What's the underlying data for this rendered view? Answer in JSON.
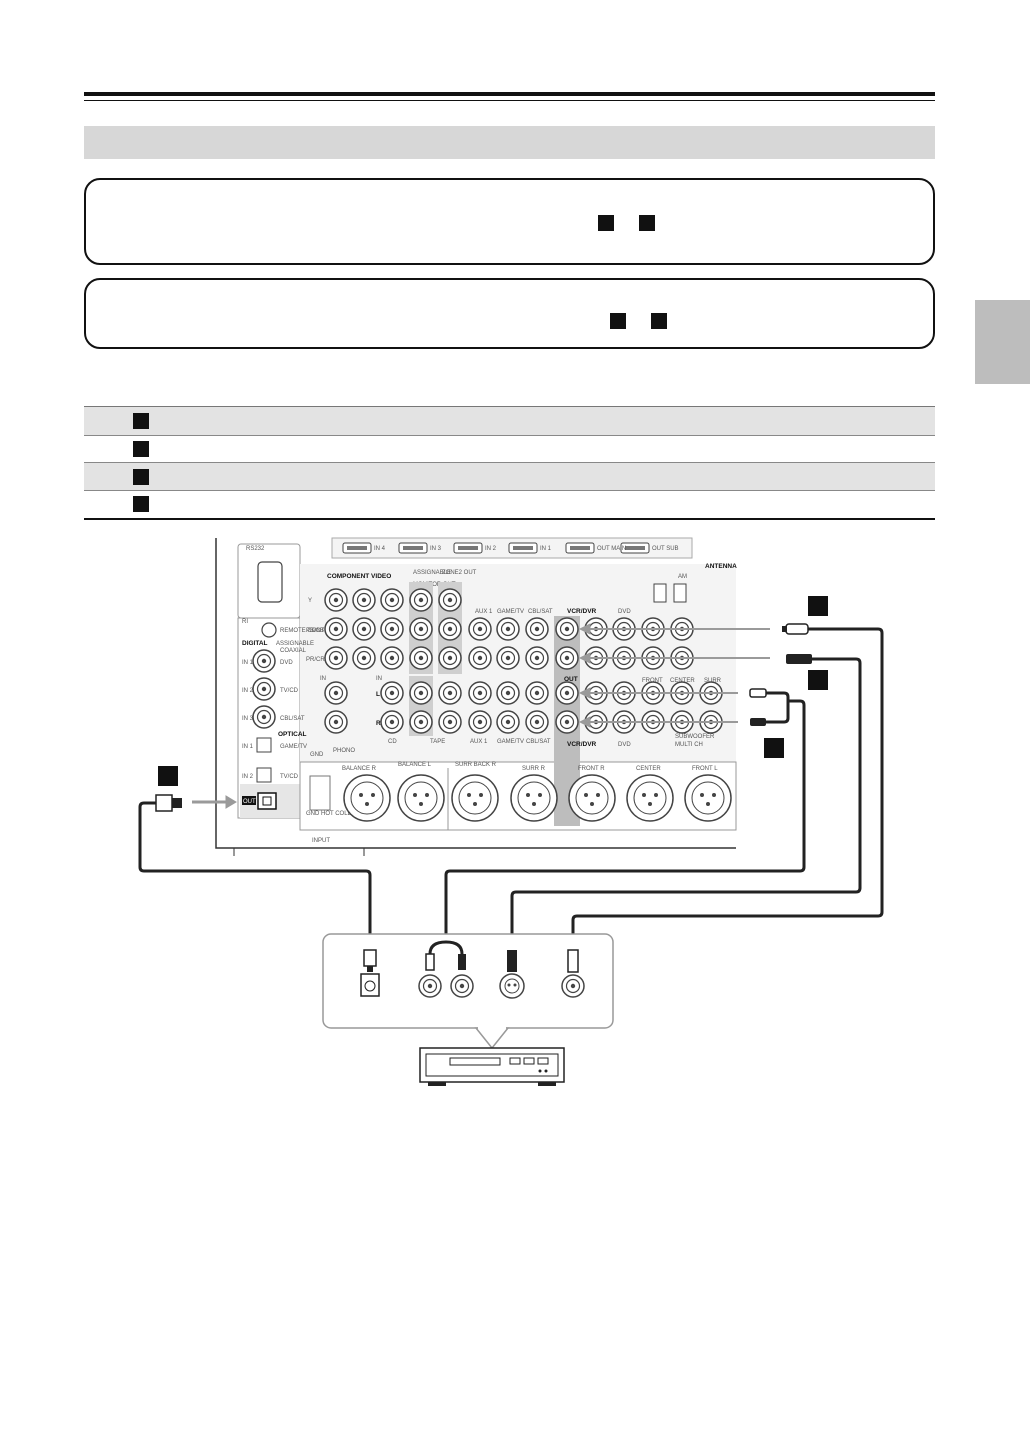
{
  "header": {
    "title": ""
  },
  "section": {
    "title": ""
  },
  "notes": [
    {
      "text": ""
    },
    {
      "text": ""
    }
  ],
  "table": {
    "rows": [
      {
        "text": ""
      },
      {
        "text": ""
      },
      {
        "text": ""
      },
      {
        "text": ""
      }
    ]
  },
  "receiver_panel": {
    "rs232": "RS232",
    "rih": "RI",
    "remote_control": "REMOTE CONTROL",
    "digital": "DIGITAL",
    "digital_sub": "ASSIGNABLE",
    "coaxial": "COAXIAL",
    "optical": "OPTICAL",
    "in1": "IN 1",
    "in2": "IN 2",
    "in3": "IN 3",
    "dvd": "DVD",
    "tv_cd": "TV/CD",
    "cbl_sat": "CBL/SAT",
    "game_tv": "GAME/TV",
    "out": "OUT",
    "gnd": "GND",
    "component_video": "COMPONENT VIDEO",
    "assignable": "ASSIGNABLE",
    "monitor_out": "MONITOR OUT",
    "zone2_out": "ZONE2 OUT",
    "y": "Y",
    "pb_cb": "PB/CB",
    "pr_cr": "PR/CR",
    "in_label": "IN",
    "aux1": "AUX 1",
    "vcr_dvr": "VCR/DVR",
    "phono": "PHONO",
    "cd": "CD",
    "tape": "TAPE",
    "front": "FRONT",
    "center": "CENTER",
    "surr": "SURR",
    "multi_ch": "MULTI CH",
    "subwoofer": "SUBWOOFER",
    "l": "L",
    "r": "R",
    "balance_r": "BALANCE R",
    "balance_l": "BALANCE L",
    "surr_back_r": "SURR BACK R",
    "surr_r": "SURR R",
    "front_r": "FRONT R",
    "center_spk": "CENTER",
    "front_l": "FRONT L",
    "input": "INPUT",
    "antenna": "ANTENNA",
    "am": "AM",
    "gnd_hot_cold": "GND HOT COLD",
    "hdmi_in1": "IN 1",
    "hdmi_in2": "IN 2",
    "hdmi_in3": "IN 3",
    "hdmi_in4": "IN 4",
    "hdmi_out_main": "OUT MAIN",
    "hdmi_out_sub": "OUT SUB"
  },
  "colors": {
    "accent_gray": "#d7d7d7",
    "side_tab": "#bdbdbd",
    "cable": "#222222",
    "arrow": "#9a9a9a"
  }
}
